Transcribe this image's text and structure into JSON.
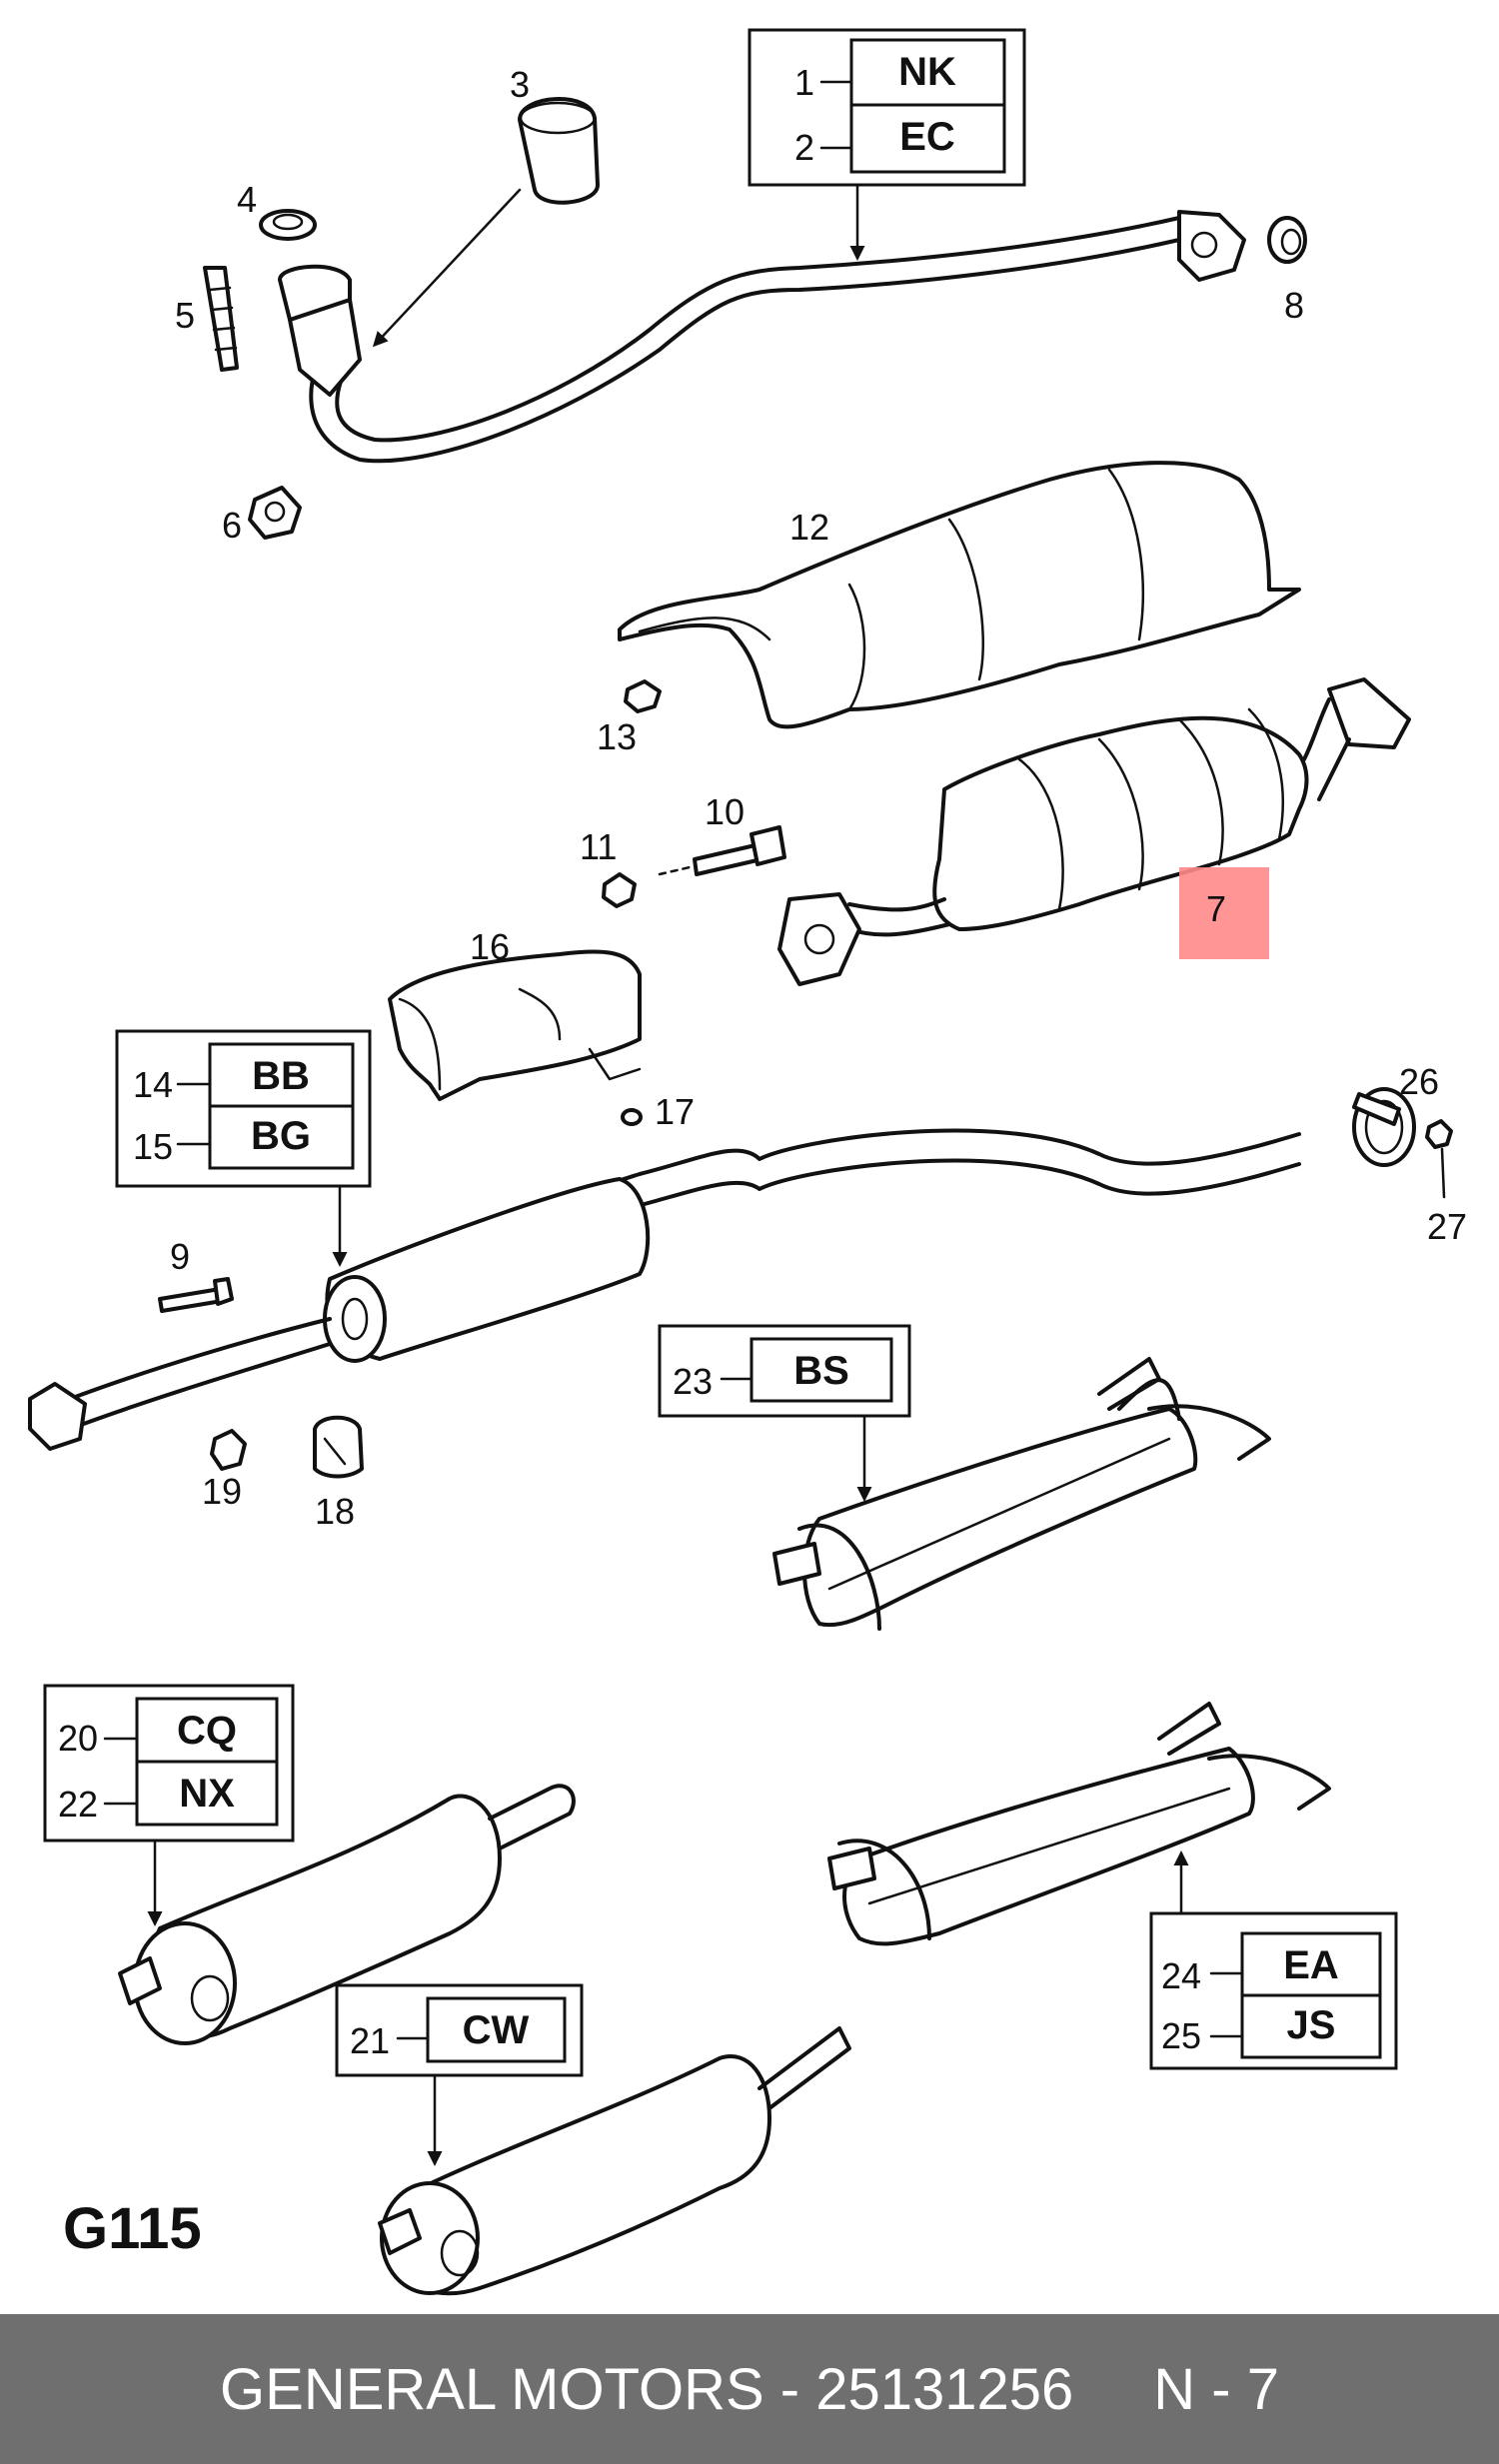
{
  "diagram_label": "G115",
  "highlight_color": "#ff8a8a",
  "footer": {
    "brand_part": "GENERAL MOTORS - 25131256",
    "position": "N - 7"
  },
  "callouts": {
    "n1": "1",
    "n2": "2",
    "n3": "3",
    "n4": "4",
    "n5": "5",
    "n6": "6",
    "n7": "7",
    "n8": "8",
    "n9": "9",
    "n10": "10",
    "n11": "11",
    "n12": "12",
    "n13": "13",
    "n14": "14",
    "n15": "15",
    "n16": "16",
    "n17": "17",
    "n18": "18",
    "n19": "19",
    "n20": "20",
    "n21": "21",
    "n22": "22",
    "n23": "23",
    "n24": "24",
    "n25": "25",
    "n26": "26",
    "n27": "27"
  },
  "codes": {
    "nk": "NK",
    "ec": "EC",
    "bb": "BB",
    "bg": "BG",
    "bs": "BS",
    "cq": "CQ",
    "nx": "NX",
    "cw": "CW",
    "ea": "EA",
    "js": "JS"
  }
}
